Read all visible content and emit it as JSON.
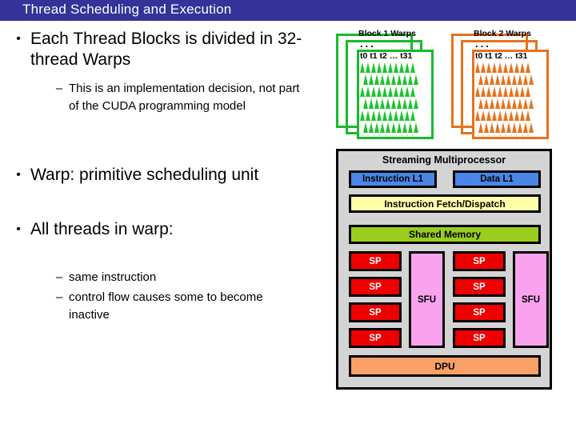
{
  "slide": {
    "title": "Thread Scheduling and Execution",
    "title_bar_color": "#333399"
  },
  "bullets": [
    {
      "marker": "•",
      "text": "Each Thread Blocks is divided in 32-thread Warps",
      "sub": [
        {
          "marker": "–",
          "text": "This is an implementation decision, not part of the CUDA programming model"
        }
      ]
    },
    {
      "marker": "•",
      "text": "Warp: primitive scheduling unit",
      "sub": []
    },
    {
      "marker": "•",
      "text": "All threads in warp:",
      "sub": [
        {
          "marker": "–",
          "text": "same instruction"
        },
        {
          "marker": "–",
          "text": "control flow causes some to become inactive"
        }
      ]
    }
  ],
  "warp_diagram": {
    "groups": [
      {
        "label": "Block 1 Warps",
        "ellipsis": "...",
        "threads": "t0 t1 t2 … t31",
        "color": "#18b92b",
        "stack_count": 3
      },
      {
        "label": "Block 2 Warps",
        "ellipsis": "...",
        "threads": "t0 t1 t2 … t31",
        "color": "#e8721c",
        "stack_count": 3
      }
    ]
  },
  "sm_panel": {
    "title": "Streaming Multiprocessor",
    "background": "#d4d4d4",
    "caches": [
      {
        "label": "Instruction L1",
        "color": "#4a86e8"
      },
      {
        "label": "Data L1",
        "color": "#4a86e8"
      }
    ],
    "fetch_dispatch": {
      "label": "Instruction Fetch/Dispatch",
      "color": "#ffffaa"
    },
    "shared_memory": {
      "label": "Shared Memory",
      "color": "#9acd1e"
    },
    "sp_label": "SP",
    "sp_color": "#ee0000",
    "sp_column_1": [
      "SP",
      "SP",
      "SP",
      "SP"
    ],
    "sp_column_2": [
      "SP",
      "SP",
      "SP",
      "SP"
    ],
    "sfu_label": "SFU",
    "sfu_color": "#f9a3ee",
    "sfu_units": [
      "SFU",
      "SFU"
    ],
    "dpu": {
      "label": "DPU",
      "color": "#f9a066"
    }
  }
}
